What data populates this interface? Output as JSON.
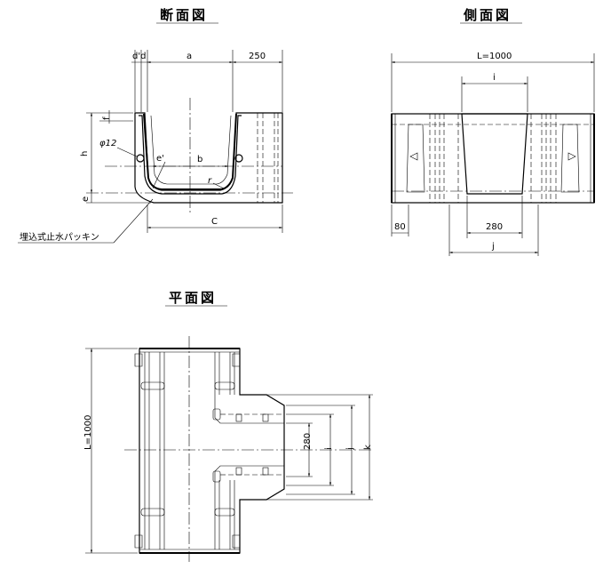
{
  "titles": {
    "section": "断面図",
    "side": "側面図",
    "plan": "平面図"
  },
  "section_view": {
    "dim_d": "d'd",
    "dim_a": "a",
    "dim_250": "250",
    "dim_f": "f",
    "dim_h": "h",
    "dim_phi": "φ12",
    "dim_e_prime": "e'",
    "dim_b": "b",
    "dim_r": "r",
    "dim_e": "e",
    "dim_c": "C",
    "callout_packing": "埋込式止水パッキン"
  },
  "side_view": {
    "dim_length": "L=1000",
    "dim_i": "i",
    "dim_80": "80",
    "dim_280": "280",
    "dim_j": "j"
  },
  "plan_view": {
    "dim_length": "L=1000",
    "dim_280": "280",
    "dim_i": "i",
    "dim_j": "j",
    "dim_k": "k"
  }
}
